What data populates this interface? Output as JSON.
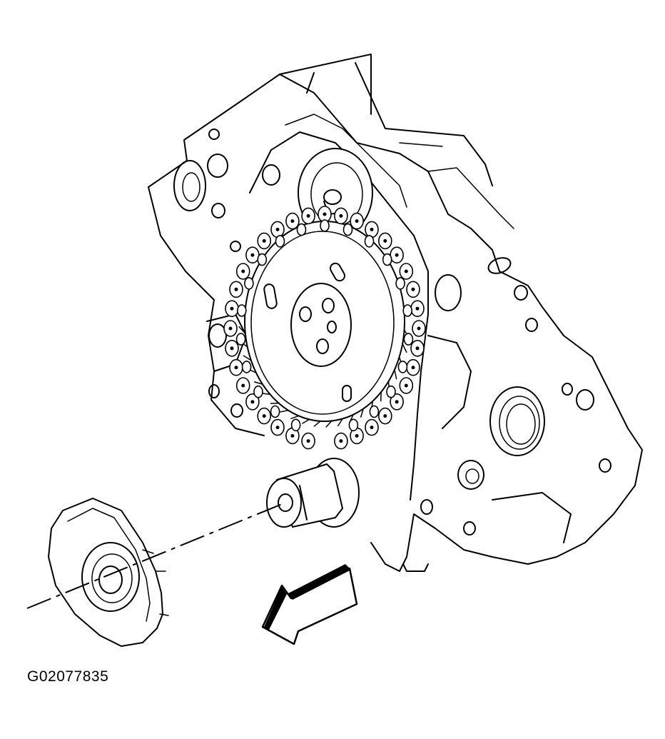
{
  "figure": {
    "id_label": "G02077835",
    "parts": [
      "engine-block",
      "camshaft-sprocket",
      "timing-chain",
      "crankshaft-sprocket",
      "crankshaft-position-reluctor-ring",
      "removal-direction-arrow"
    ]
  }
}
